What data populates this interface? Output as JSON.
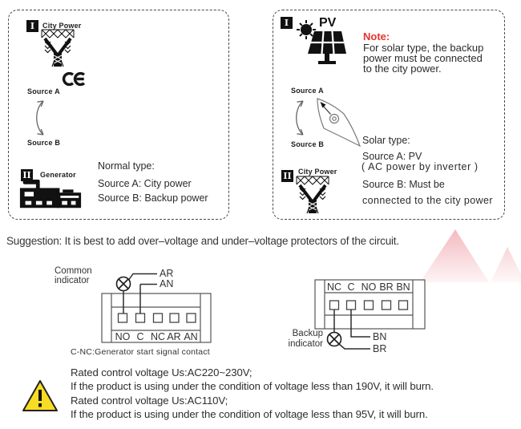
{
  "normal_box": {
    "badge1": "I",
    "badge1_label": "City Power",
    "ce_mark": "CE",
    "source_a": "Source A",
    "source_b": "Source B",
    "badge2": "II",
    "badge2_label": "Generator",
    "title": "Normal type:",
    "line1": "Source A: City power",
    "line2": "Source B: Backup power"
  },
  "solar_box": {
    "badge1": "I",
    "badge1_label": "PV",
    "note_title": "Note:",
    "note_line1": "For solar type, the backup",
    "note_line2": "power must be connected",
    "note_line3": "to the city power.",
    "source_a": "Source A",
    "source_b": "Source B",
    "badge2": "II",
    "badge2_label": "City Power",
    "title": "Solar type:",
    "line1": "Source A: PV",
    "line2": "( AC power by inverter )",
    "line3": "Source B: Must be",
    "line4": "connected to the city power"
  },
  "suggestion": "Suggestion: It is best to add over–voltage and under–voltage protectors of the circuit.",
  "left_diagram": {
    "indicator_line1": "Common",
    "indicator_line2": "indicator",
    "wire_top": "AR",
    "wire_bottom": "AN",
    "terminals": [
      "NO",
      "C",
      "NC",
      "AR",
      "AN"
    ],
    "caption": "C-NC:Generator start signal contact"
  },
  "right_diagram": {
    "indicator_line1": "Backup",
    "indicator_line2": "indicator",
    "wire_top": "BN",
    "wire_bottom": "BR",
    "terminals": [
      "NC",
      "C",
      "NO",
      "BR",
      "BN"
    ]
  },
  "warning": {
    "line1": "Rated control voltage Us:AC220~230V;",
    "line2": "If the product is using under the condition of voltage less than 190V, it will burn.",
    "line3": "Rated control voltage Us:AC110V;",
    "line4": "If the product is using under the condition of voltage less than 95V, it will burn."
  },
  "colors": {
    "note_red": "#e5352b",
    "warning_yellow": "#f8dc24",
    "watermark_pink": "#f0a3ab",
    "ink": "#111111",
    "wire": "#2e2e2e"
  }
}
